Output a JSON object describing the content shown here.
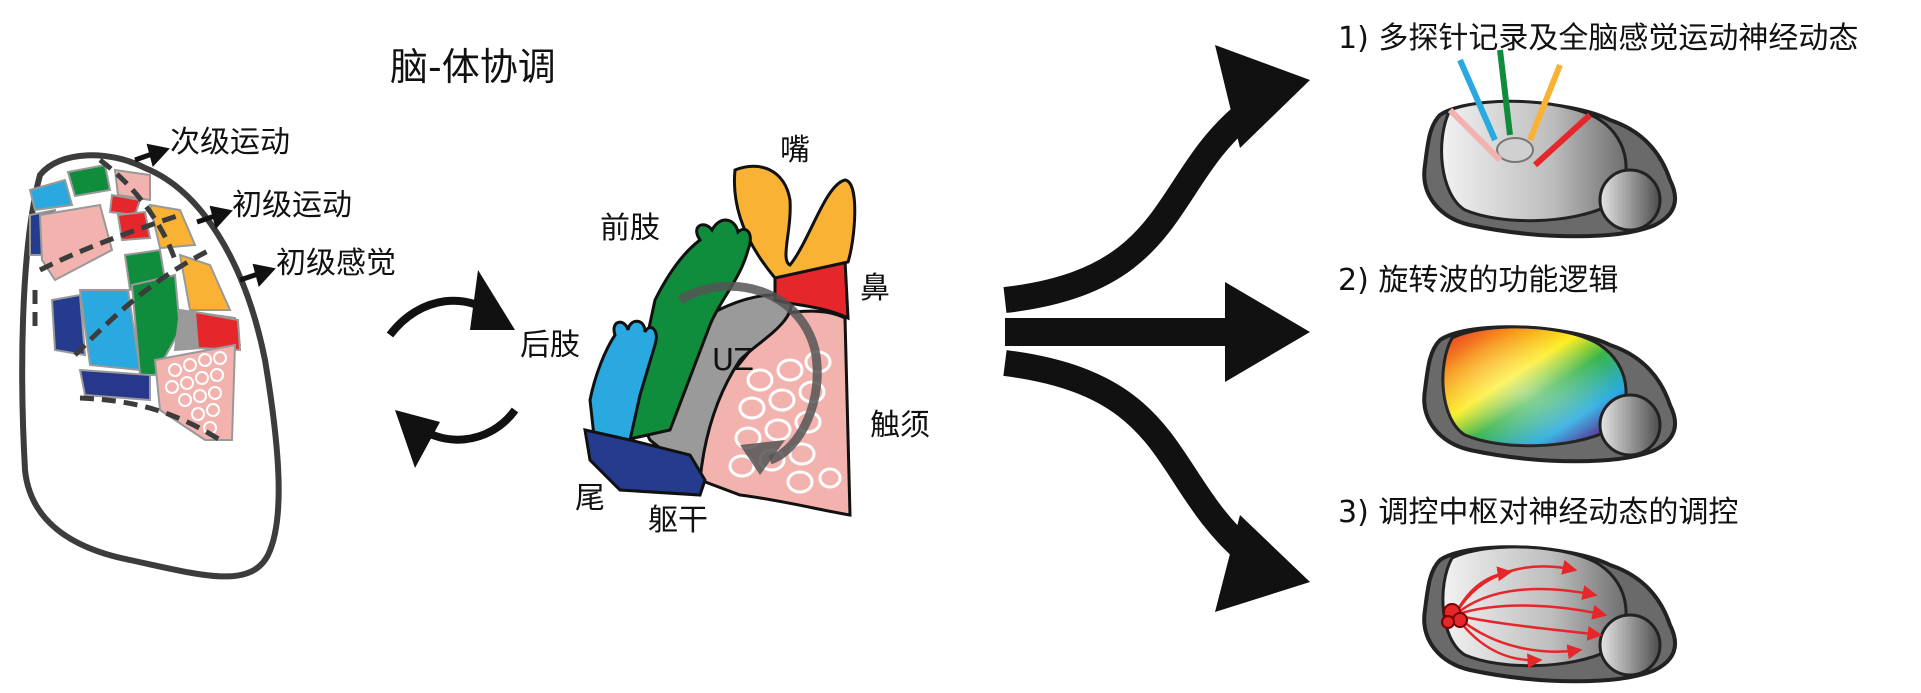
{
  "title": "脑-体协调",
  "cortex": {
    "labels": {
      "secondary_motor": "次级运动",
      "primary_motor": "初级运动",
      "primary_sensory": "初级感觉"
    }
  },
  "body_map": {
    "labels": {
      "mouth": "嘴",
      "forelimb": "前肢",
      "nose": "鼻",
      "hindlimb": "后肢",
      "uz": "UZ",
      "whiskers": "触须",
      "tail": "尾",
      "trunk": "躯干"
    }
  },
  "outcomes": [
    {
      "label": "1) 多探针记录及全脑感觉运动神经动态"
    },
    {
      "label": "2) 旋转波的功能逻辑"
    },
    {
      "label": "3) 调控中枢对神经动态的调控"
    }
  ],
  "colors": {
    "blue": "#29A9E0",
    "green": "#0F8C3C",
    "orange": "#F9B233",
    "red": "#E5262A",
    "pink": "#F2B3AF",
    "navy": "#253B8E",
    "gray": "#9A9A9A",
    "darkblue": "#27388C"
  }
}
